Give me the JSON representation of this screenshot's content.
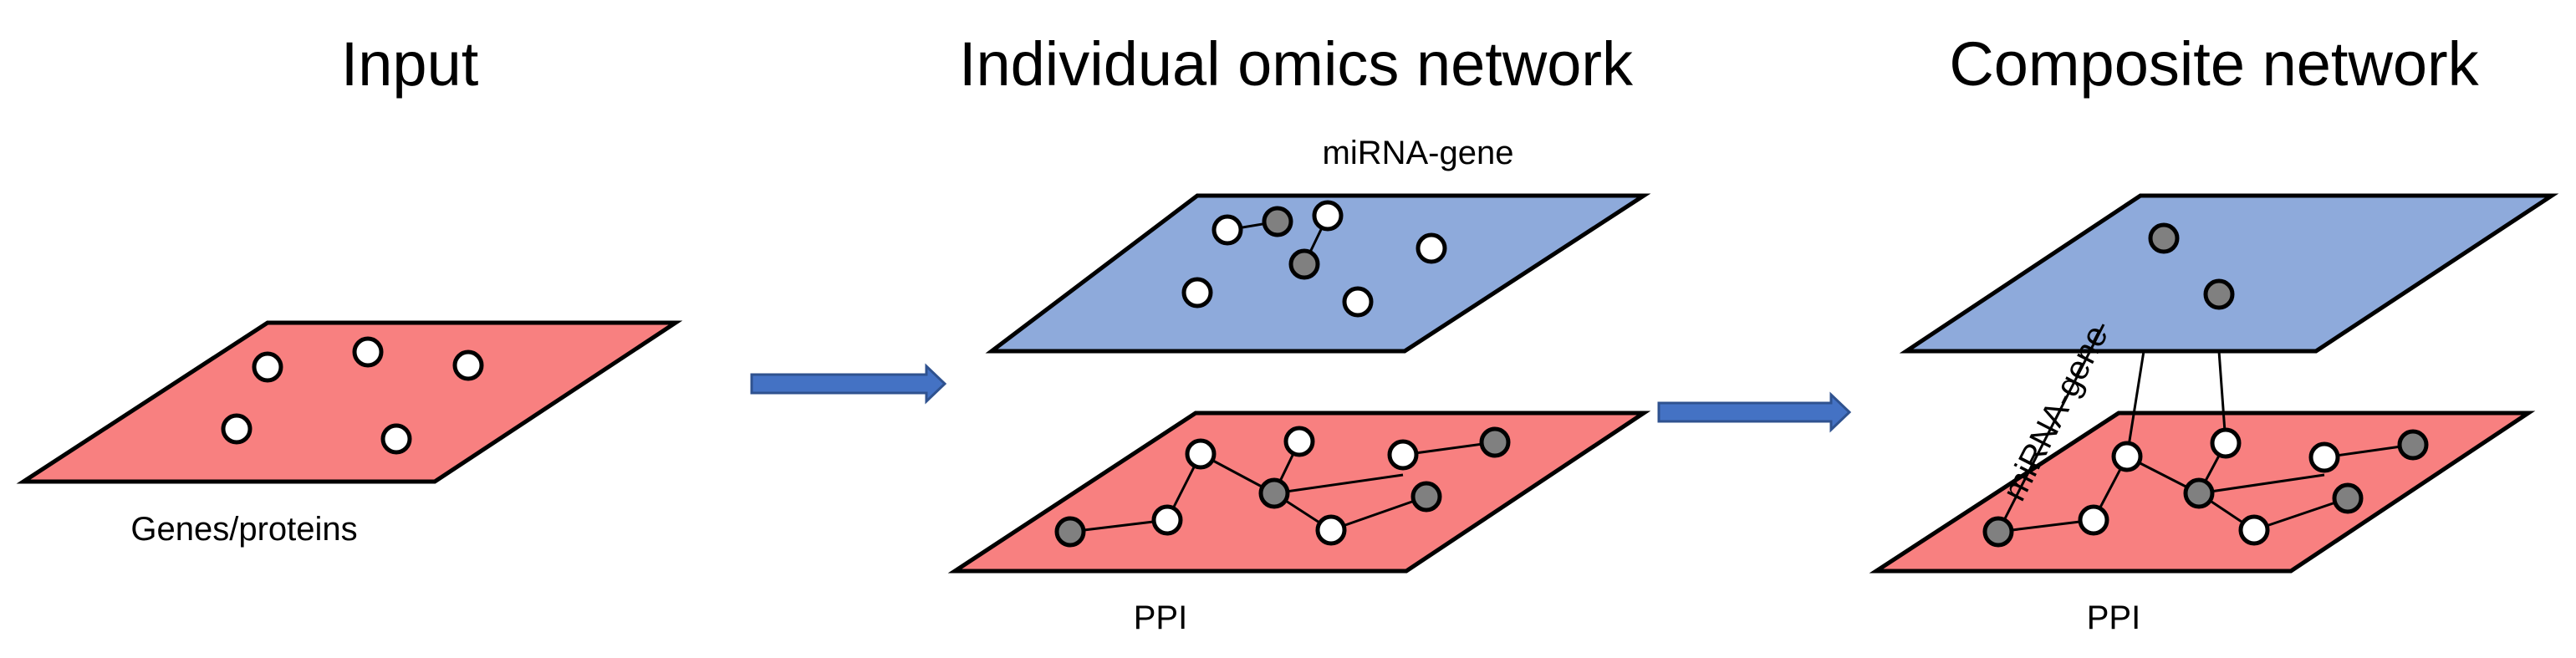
{
  "colors": {
    "ppi_plane": "#f88080",
    "mirna_plane": "#8eaadb",
    "node_white": "#ffffff",
    "node_gray": "#808080",
    "arrow": "#4472c4"
  },
  "panels": {
    "input": {
      "title": "Input",
      "plane_label": "Genes/proteins"
    },
    "individual": {
      "title": "Individual omics network",
      "top_plane_label": "miRNA-gene",
      "bottom_plane_label": "PPI"
    },
    "composite": {
      "title": "Composite network",
      "link_label": "miRNA-gene",
      "bottom_plane_label": "PPI"
    }
  }
}
